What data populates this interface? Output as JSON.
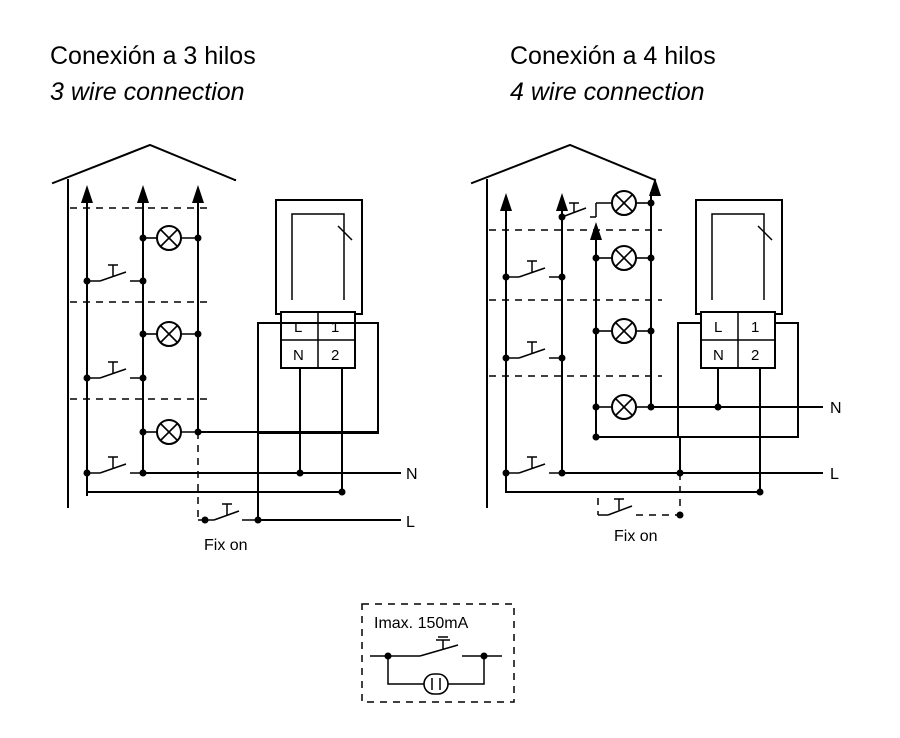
{
  "left_title": {
    "es": "Conexión a 3 hilos",
    "en": "3 wire connection"
  },
  "right_title": {
    "es": "Conexión a 4 hilos",
    "en": "4 wire connection"
  },
  "terminals": {
    "L": "L",
    "one": "1",
    "N": "N",
    "two": "2"
  },
  "line_labels": {
    "neutral": "N",
    "live": "L"
  },
  "fix_on_label": "Fix on",
  "legend_box": {
    "label": "Imax. 150mA"
  }
}
